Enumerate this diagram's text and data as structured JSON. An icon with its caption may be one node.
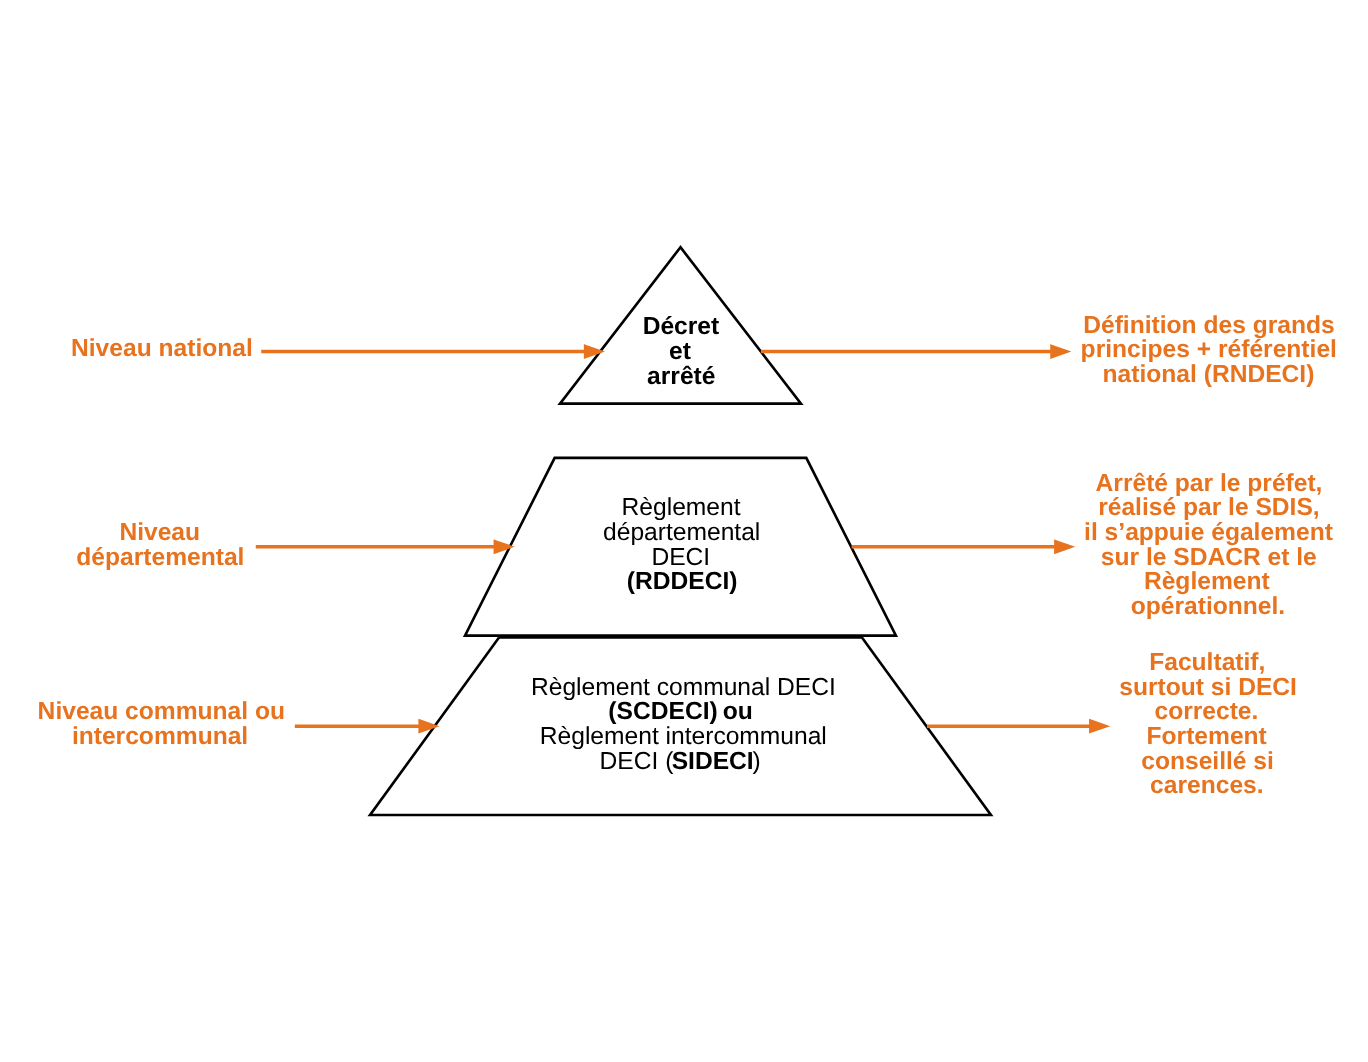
{
  "diagram": {
    "nodes": [
      {
        "text": [
          "Niveau national"
        ]
      },
      {
        "text": [
          "Décret et arrêté"
        ]
      },
      {
        "text": [
          "Définition des grands principes + référentiel national (RNDECI)"
        ]
      },
      {
        "text": [
          "Niveau départemental"
        ]
      },
      {
        "text": [
          "Règlement départemental DECI **(RDDECI)**"
        ]
      },
      {
        "text": [
          "Arrêté par le préfet, réalisé par le SDIS, il s’appuie également sur le SDACR et le Règlement opérationnel."
        ]
      },
      {
        "text": [
          "Niveau communal ou intercommunal"
        ]
      },
      {
        "text": [
          "Règlement communal DECI **(SCDECI)** **ou** Règlement intercommunal DECI (**SIDECI**)"
        ]
      },
      {
        "text": [
          "Facultatif, surtout si DECI correcte. Fortement conseillé si carences."
        ]
      }
    ],
    "edges": [
      {
        "from": 0,
        "to": 1,
        "arrow": "to"
      },
      {
        "from": 1,
        "to": 2,
        "arrow": "to"
      },
      {
        "from": 3,
        "to": 4,
        "arrow": "to"
      },
      {
        "from": 4,
        "to": 5,
        "arrow": "to"
      },
      {
        "from": 6,
        "to": 7,
        "arrow": "to"
      },
      {
        "from": 7,
        "to": 8,
        "arrow": "to"
      }
    ]
  }
}
